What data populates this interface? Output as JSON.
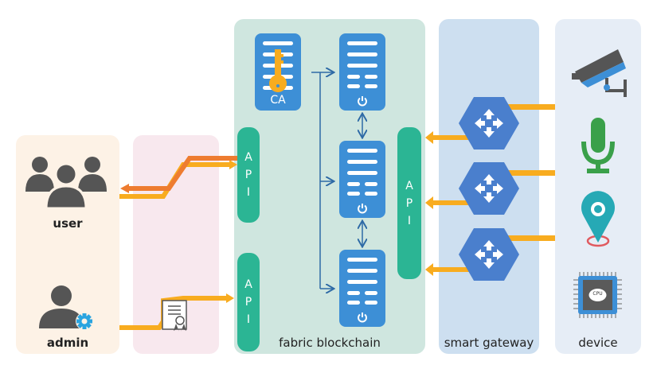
{
  "sections": {
    "user_panel": {
      "user_label": "user",
      "admin_label": "admin"
    },
    "fabric": {
      "label": "fabric blockchain",
      "ca_label": "CA",
      "api_left_top": [
        "A",
        "P",
        "I"
      ],
      "api_left_bottom": [
        "A",
        "P",
        "I"
      ],
      "api_right": [
        "A",
        "P",
        "I"
      ]
    },
    "gateway": {
      "label": "smart gateway",
      "node_count": 3
    },
    "device": {
      "label": "device",
      "cpu_label": "CPU",
      "items": [
        "camera-icon",
        "microphone-icon",
        "location-pin-icon",
        "cpu-chip-icon"
      ]
    }
  },
  "colors": {
    "user_panel": "#fdf2e6",
    "middle_panel": "#f8e8ee",
    "fabric_panel": "#cfe6df",
    "gateway_panel": "#cddff0",
    "device_panel": "#e6edf6",
    "api": "#2bb594",
    "server": "#3d8fd6",
    "gateway_node": "#4a7fcd",
    "arrow_yellow": "#f8ac1f",
    "arrow_orange": "#ee7c30",
    "key": "#f8ac1f",
    "icon_gray": "#555555"
  }
}
